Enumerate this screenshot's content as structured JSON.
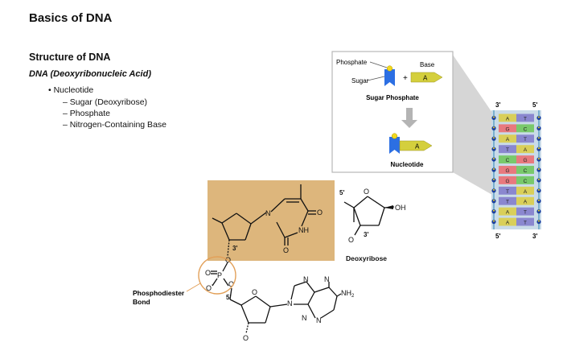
{
  "page": {
    "title": "Basics of DNA"
  },
  "structure": {
    "title": "Structure of DNA",
    "subtitle": "DNA (Deoxyribonucleic Acid)",
    "bullet": "• Nucleotide",
    "subitems": [
      "– Sugar (Deoxyribose)",
      "– Phosphate",
      "– Nitrogen-Containing Base"
    ]
  },
  "inset": {
    "phosphate_label": "Phosphate",
    "sugar_label": "Sugar",
    "plus": "+",
    "base_label": "Base",
    "base_letter": "A",
    "sugar_phosphate": "Sugar Phosphate",
    "nucleotide": "Nucleotide"
  },
  "helix": {
    "top_left": "3'",
    "top_right": "5'",
    "bottom_left": "5'",
    "bottom_right": "3'",
    "pairs": [
      [
        "A",
        "T"
      ],
      [
        "G",
        "C"
      ],
      [
        "A",
        "T"
      ],
      [
        "T",
        "A"
      ],
      [
        "C",
        "G"
      ],
      [
        "G",
        "C"
      ],
      [
        "G",
        "C"
      ],
      [
        "T",
        "A"
      ],
      [
        "T",
        "A"
      ],
      [
        "A",
        "T"
      ],
      [
        "A",
        "T"
      ]
    ],
    "colors": {
      "A": "#d9cf59",
      "T": "#8a87cf",
      "G": "#e8797e",
      "C": "#79c96b"
    }
  },
  "molecule": {
    "n3prime": "3'",
    "o_minus": "O",
    "minus": "-",
    "p": "P",
    "o": "O",
    "nh": "NH",
    "n": "N",
    "nh2": "NH",
    "sub2": "2",
    "five_prime": "5'",
    "phosphodiester_line1": "Phosphodiester",
    "phosphodiester_line2": "Bond"
  },
  "deoxyribose": {
    "five_prime": "5'",
    "three_prime": "3'",
    "oh": "OH",
    "o": "O",
    "label": "Deoxyribose"
  }
}
